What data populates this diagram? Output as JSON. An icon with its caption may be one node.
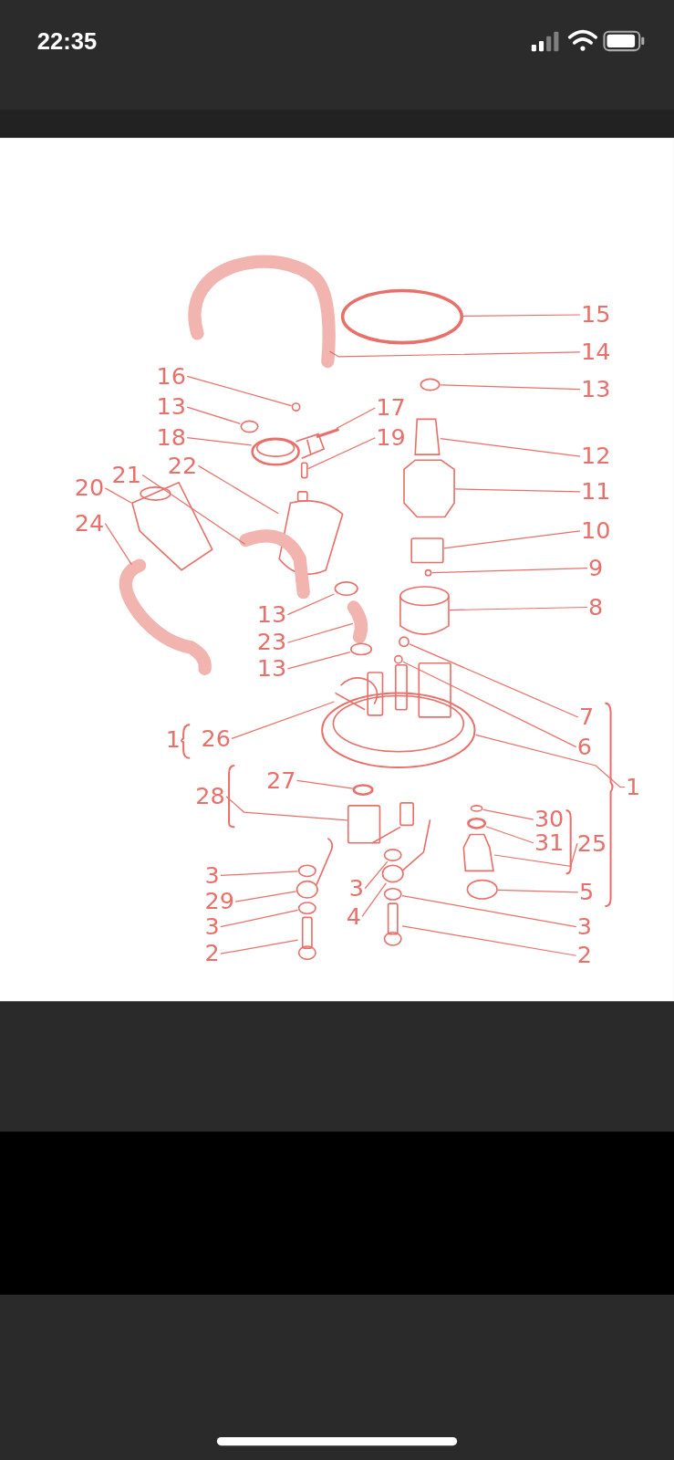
{
  "diagram": {
    "nodes": [
      {
        "text": [
          "15"
        ]
      },
      {
        "text": [
          "14"
        ]
      },
      {
        "text": [
          "13"
        ]
      },
      {
        "text": [
          "16"
        ]
      },
      {
        "text": [
          "13"
        ]
      },
      {
        "text": [
          "17"
        ]
      },
      {
        "text": [
          "12"
        ]
      },
      {
        "text": [
          "18"
        ]
      },
      {
        "text": [
          "19"
        ]
      },
      {
        "text": [
          "22"
        ]
      },
      {
        "text": [
          "21"
        ]
      },
      {
        "text": [
          "20"
        ]
      },
      {
        "text": [
          "11"
        ]
      },
      {
        "text": [
          "24"
        ]
      },
      {
        "text": [
          "10"
        ]
      },
      {
        "text": [
          "9"
        ]
      },
      {
        "text": [
          "8"
        ]
      },
      {
        "text": [
          "13"
        ]
      },
      {
        "text": [
          "23"
        ]
      },
      {
        "text": [
          "13"
        ]
      },
      {
        "text": [
          "7"
        ]
      },
      {
        "text": [
          "26"
        ]
      },
      {
        "text": [
          "6"
        ]
      },
      {
        "text": [
          "1"
        ]
      },
      {
        "text": [
          "27"
        ]
      },
      {
        "text": [
          "28"
        ]
      },
      {
        "text": [
          "30"
        ]
      },
      {
        "text": [
          "31"
        ]
      },
      {
        "text": [
          "25"
        ]
      },
      {
        "text": [
          "3"
        ]
      },
      {
        "text": [
          "3"
        ]
      },
      {
        "text": [
          "29"
        ]
      },
      {
        "text": [
          "5"
        ]
      },
      {
        "text": [
          "3"
        ]
      },
      {
        "text": [
          "4"
        ]
      },
      {
        "text": [
          "3"
        ]
      },
      {
        "text": [
          "2"
        ]
      },
      {
        "text": [
          "2"
        ]
      },
      {
        "text": [],
        "shape": "circle"
      },
      {
        "text": [],
        "shape": "picture"
      },
      {
        "text": [],
        "shape": "circle"
      },
      {
        "text": [],
        "shape": "circle"
      },
      {
        "text": [],
        "shape": "circle"
      },
      {
        "text": [],
        "shape": "picture"
      },
      {
        "text": [],
        "shape": "picture"
      },
      {
        "text": [],
        "shape": "picture"
      },
      {
        "text": [],
        "shape": "box"
      },
      {
        "text": [],
        "shape": "picture"
      },
      {
        "text": [],
        "shape": "picture"
      },
      {
        "text": [],
        "shape": "picture"
      },
      {
        "text": [],
        "shape": "picture"
      },
      {
        "text": [],
        "shape": "picture"
      },
      {
        "text": [],
        "shape": "box"
      },
      {
        "text": [],
        "shape": "circle"
      },
      {
        "text": [],
        "shape": "picture"
      },
      {
        "text": [],
        "shape": "circle"
      },
      {
        "text": [],
        "shape": "picture"
      },
      {
        "text": [],
        "shape": "circle"
      },
      {
        "text": [],
        "shape": "circle"
      },
      {
        "text": [],
        "shape": "picture"
      },
      {
        "text": [],
        "shape": "circle"
      },
      {
        "text": [],
        "shape": "picture"
      },
      {
        "text": [],
        "shape": "circle"
      },
      {
        "text": [],
        "shape": "picture"
      },
      {
        "text": [],
        "shape": "circle"
      },
      {
        "text": [],
        "shape": "circle"
      },
      {
        "text": [],
        "shape": "picture"
      },
      {
        "text": [],
        "shape": "circle"
      },
      {
        "text": [],
        "shape": "circle"
      },
      {
        "text": [],
        "shape": "circle"
      },
      {
        "text": [],
        "shape": "circle"
      },
      {
        "text": [],
        "shape": "circle"
      },
      {
        "text": [],
        "shape": "circle"
      },
      {
        "text": [],
        "shape": "circle"
      },
      {
        "text": [],
        "shape": "picture"
      },
      {
        "text": [],
        "shape": "picture"
      }
    ],
    "edges": [
      {
        "from": 0,
        "to": 38,
        "arrow": "none"
      },
      {
        "from": 1,
        "to": 39,
        "arrow": "none"
      },
      {
        "from": 2,
        "to": 40,
        "arrow": "none"
      },
      {
        "from": 3,
        "to": 41,
        "arrow": "none"
      },
      {
        "from": 4,
        "to": 42,
        "arrow": "none"
      },
      {
        "from": 5,
        "to": 43,
        "arrow": "none"
      },
      {
        "from": 6,
        "to": 44,
        "arrow": "none"
      },
      {
        "from": 7,
        "to": 45,
        "arrow": "none"
      },
      {
        "from": 8,
        "to": 46,
        "arrow": "none"
      },
      {
        "from": 9,
        "to": 47,
        "arrow": "none"
      },
      {
        "from": 10,
        "to": 48,
        "arrow": "none"
      },
      {
        "from": 11,
        "to": 49,
        "arrow": "none"
      },
      {
        "from": 12,
        "to": 50,
        "arrow": "none"
      },
      {
        "from": 13,
        "to": 51,
        "arrow": "none"
      },
      {
        "from": 14,
        "to": 52,
        "arrow": "none"
      },
      {
        "from": 15,
        "to": 53,
        "arrow": "none"
      },
      {
        "from": 16,
        "to": 54,
        "arrow": "none"
      },
      {
        "from": 17,
        "to": 55,
        "arrow": "none"
      },
      {
        "from": 18,
        "to": 56,
        "arrow": "none"
      },
      {
        "from": 19,
        "to": 57,
        "arrow": "none"
      },
      {
        "from": 20,
        "to": 58,
        "arrow": "none"
      },
      {
        "from": 21,
        "to": 59,
        "arrow": "none"
      },
      {
        "from": 22,
        "to": 60,
        "arrow": "none"
      },
      {
        "from": 23,
        "to": 61,
        "arrow": "none"
      },
      {
        "from": 24,
        "to": 62,
        "arrow": "none"
      },
      {
        "from": 25,
        "to": 63,
        "arrow": "none"
      },
      {
        "from": 26,
        "to": 64,
        "arrow": "none"
      },
      {
        "from": 27,
        "to": 65,
        "arrow": "none"
      },
      {
        "from": 28,
        "to": 66,
        "arrow": "none"
      },
      {
        "from": 29,
        "to": 67,
        "arrow": "none"
      },
      {
        "from": 30,
        "to": 68,
        "arrow": "none"
      },
      {
        "from": 31,
        "to": 69,
        "arrow": "none"
      },
      {
        "from": 32,
        "to": 70,
        "arrow": "none"
      },
      {
        "from": 33,
        "to": 71,
        "arrow": "none"
      },
      {
        "from": 34,
        "to": 72,
        "arrow": "none"
      },
      {
        "from": 35,
        "to": 73,
        "arrow": "none"
      },
      {
        "from": 36,
        "to": 74,
        "arrow": "none"
      },
      {
        "from": 37,
        "to": 75,
        "arrow": "none"
      }
    ],
    "labels": [
      "22:35",
      "1"
    ]
  }
}
